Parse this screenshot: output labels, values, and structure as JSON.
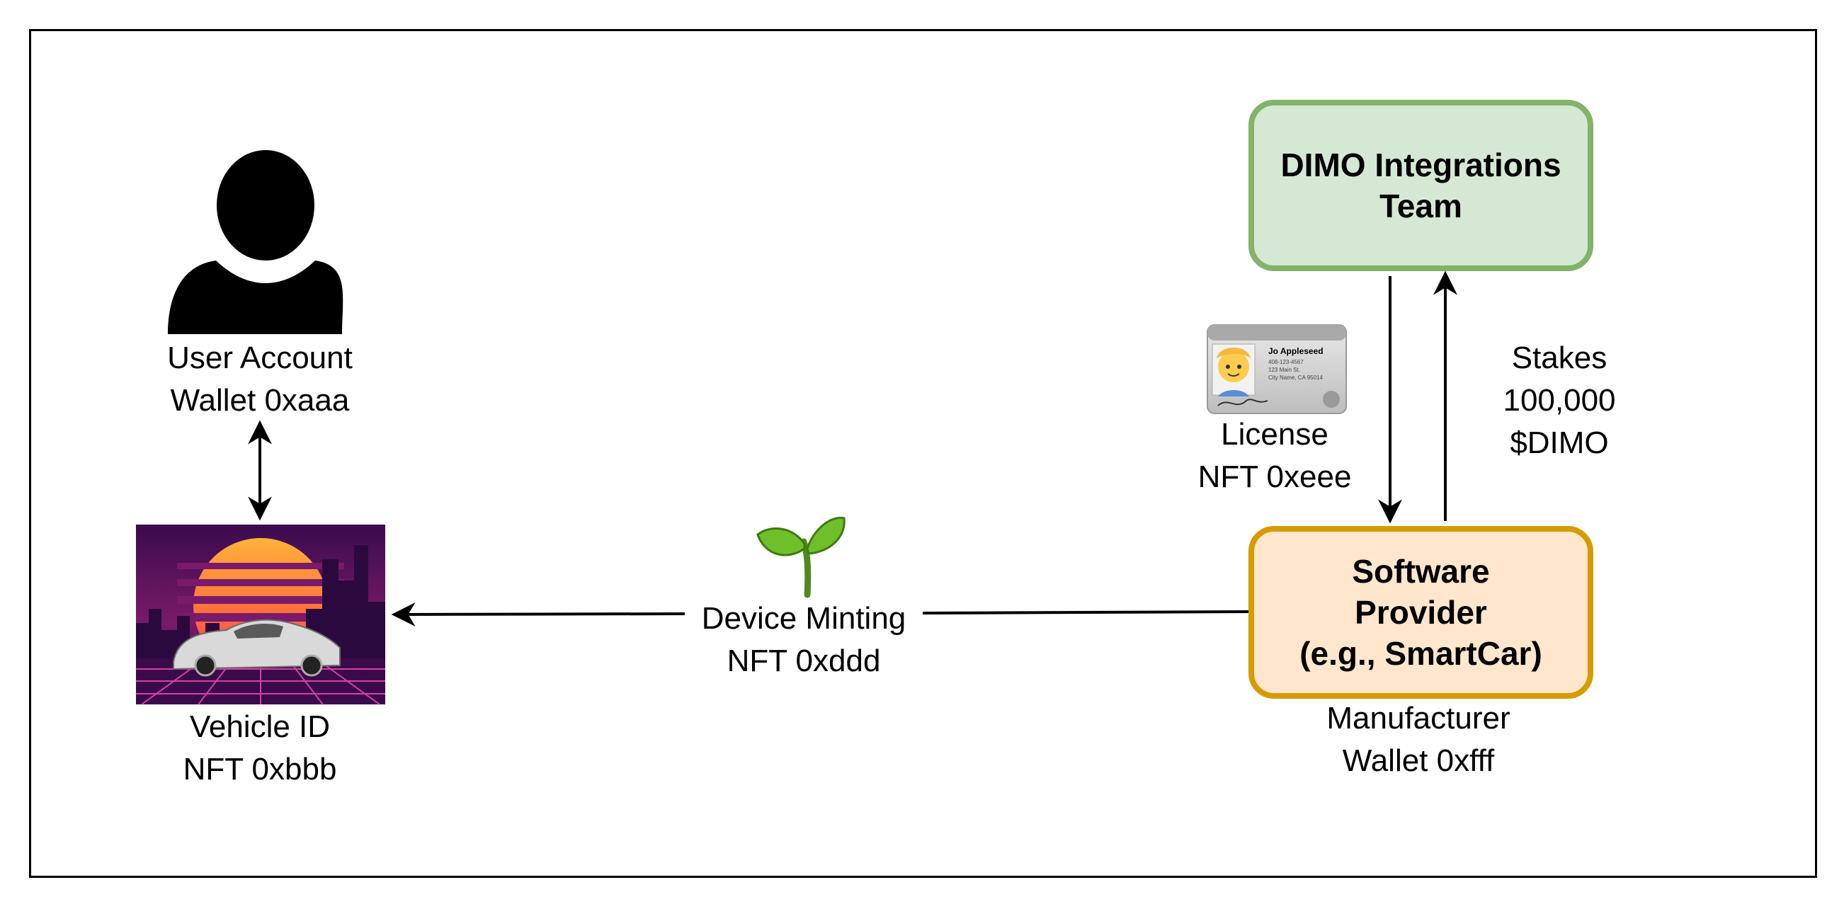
{
  "user": {
    "line1": "User Account",
    "line2": "Wallet 0xaaa",
    "icon": "user-silhouette-icon"
  },
  "vehicle": {
    "line1": "Vehicle ID",
    "line2": "NFT 0xbbb",
    "image": "synthwave-car-image"
  },
  "minting": {
    "line1": "Device Minting",
    "line2": "NFT 0xddd",
    "icon": "seedling-icon"
  },
  "license": {
    "line1": "License",
    "line2": "NFT 0xeee",
    "icon": "id-card-icon",
    "card_name": "Jo Appleseed",
    "card_line1": "408-123-4567",
    "card_line2": "123 Main St.",
    "card_line3": "City Name, CA 95014"
  },
  "stakes": {
    "line1": "Stakes",
    "line2": "100,000",
    "line3": "$DIMO"
  },
  "dimo_team": {
    "line1": "DIMO Integrations",
    "line2": "Team",
    "fill": "#d5e8d4",
    "border": "#82b366"
  },
  "software_provider": {
    "line1": "Software",
    "line2": "Provider",
    "line3": "(e.g., SmartCar)",
    "fill": "#ffe6cc",
    "border": "#d79b00"
  },
  "manufacturer": {
    "line1": "Manufacturer",
    "line2": "Wallet 0xfff"
  }
}
